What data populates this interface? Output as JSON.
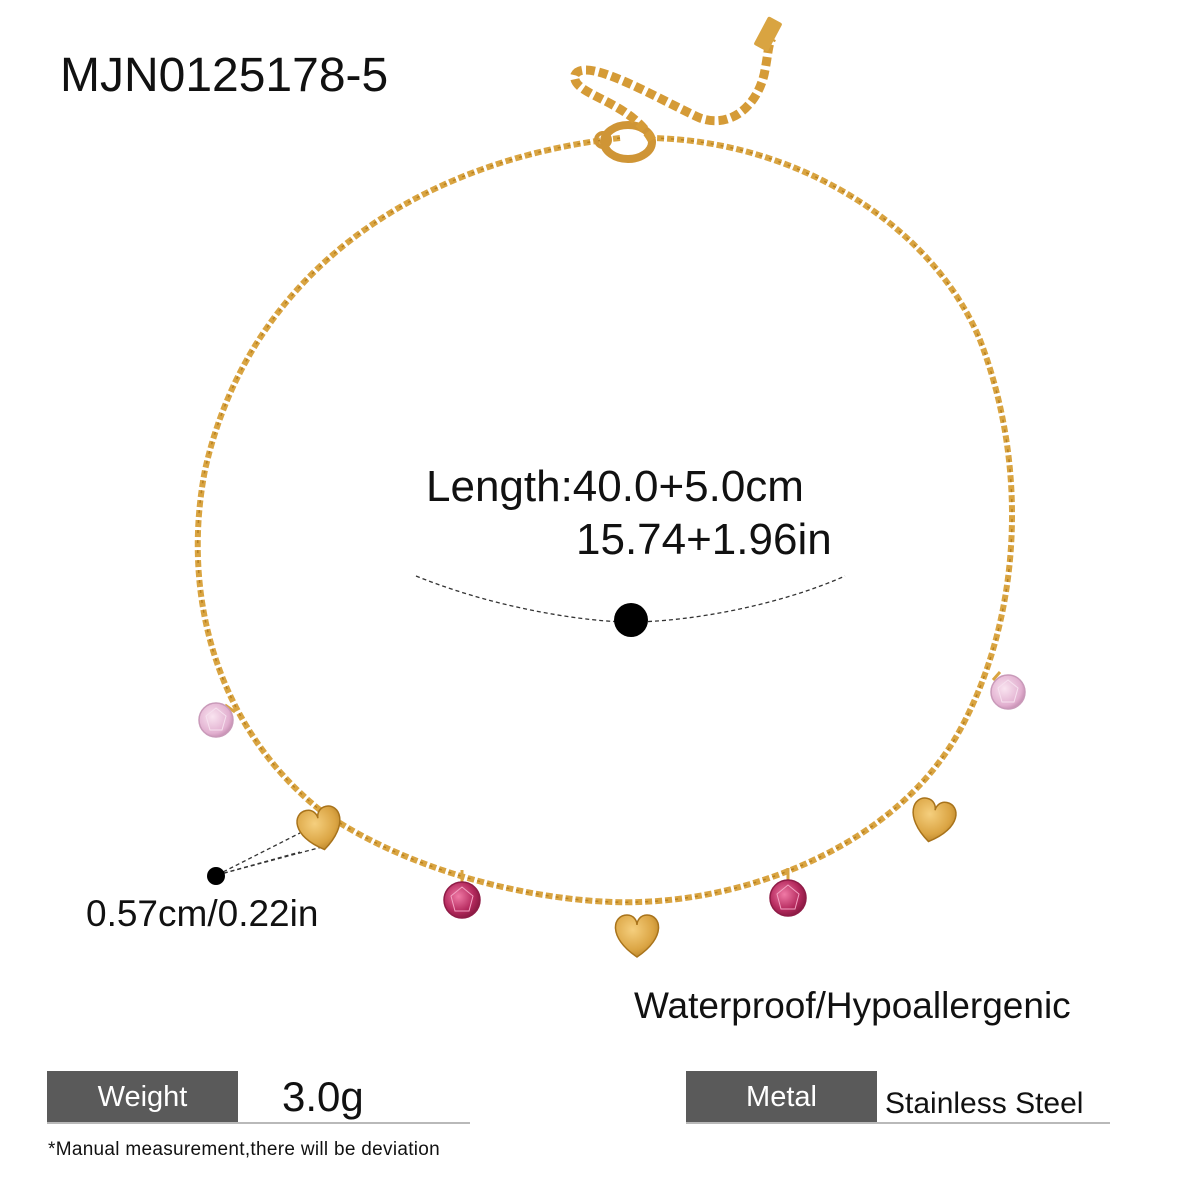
{
  "product": {
    "sku": "MJN0125178-5",
    "length_label": "Length:40.0+5.0cm",
    "length_inches": "15.74+1.96in",
    "pendant_size": "0.57cm/0.22in",
    "features": "Waterproof/Hypoallergenic"
  },
  "specs": {
    "weight_label": "Weight",
    "weight_value": "3.0g",
    "metal_label": "Metal",
    "metal_value": "Stainless Steel"
  },
  "footnote": "*Manual measurement,there will be deviation",
  "colors": {
    "gold": "#d9a441",
    "gold_dark": "#b8801f",
    "label_bg": "#5a5a5a",
    "stone_light": "#e6b9d6",
    "stone_dark": "#b52a5e"
  }
}
